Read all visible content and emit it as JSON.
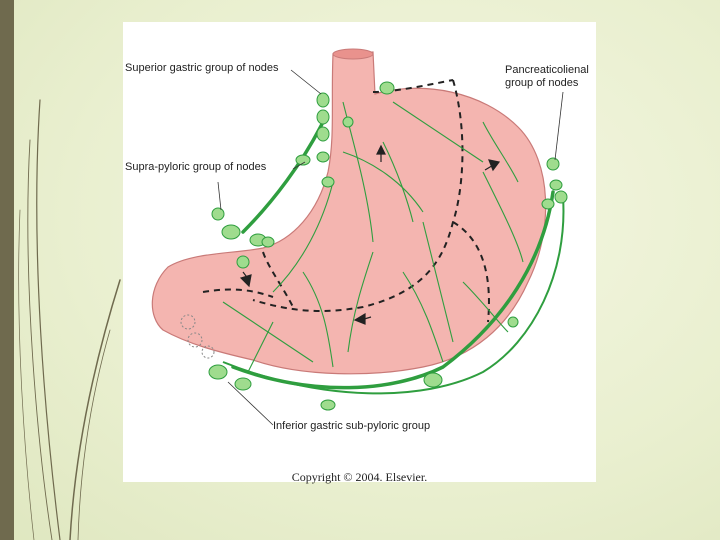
{
  "labels": {
    "superior": "Superior gastric group of nodes",
    "suprapyloric": "Supra-pyloric group of nodes",
    "pancreaticolienal_line1": "Pancreaticolienal",
    "pancreaticolienal_line2": "group of nodes",
    "inferior": "Inferior gastric sub-pyloric group"
  },
  "copyright": "Copyright © 2004. Elsevier.",
  "colors": {
    "stomach": "#f4b5b0",
    "stomach_outline": "#c97a78",
    "lymph": "#2f9e3f",
    "node": "#9fdc8e",
    "slide_bar": "#6f6a4e"
  }
}
